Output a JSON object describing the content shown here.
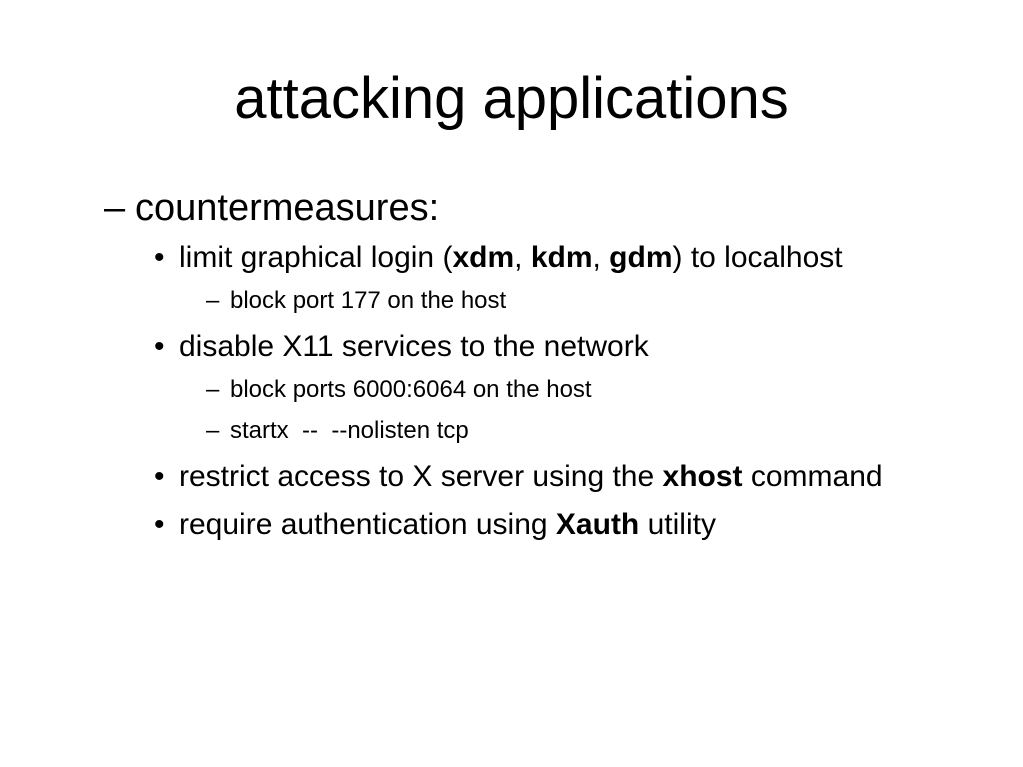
{
  "slide": {
    "title": "attacking applications",
    "heading": {
      "marker": "–",
      "text": "countermeasures:"
    },
    "bullet_marker": "•",
    "sub_marker": "–",
    "items": [
      {
        "parts": [
          "limit graphical login (",
          "xdm",
          ", ",
          "kdm",
          ", ",
          "gdm",
          ") to localhost"
        ],
        "subs": [
          "block port 177 on the host"
        ]
      },
      {
        "parts": [
          "disable X11 services to the network"
        ],
        "subs": [
          "block ports 6000:6064 on the host",
          "startx  --  --nolisten tcp"
        ]
      },
      {
        "parts": [
          "restrict access to X server using the ",
          "xhost",
          " command"
        ],
        "subs": []
      },
      {
        "parts": [
          "require authentication using ",
          "Xauth",
          " utility"
        ],
        "subs": []
      }
    ]
  }
}
